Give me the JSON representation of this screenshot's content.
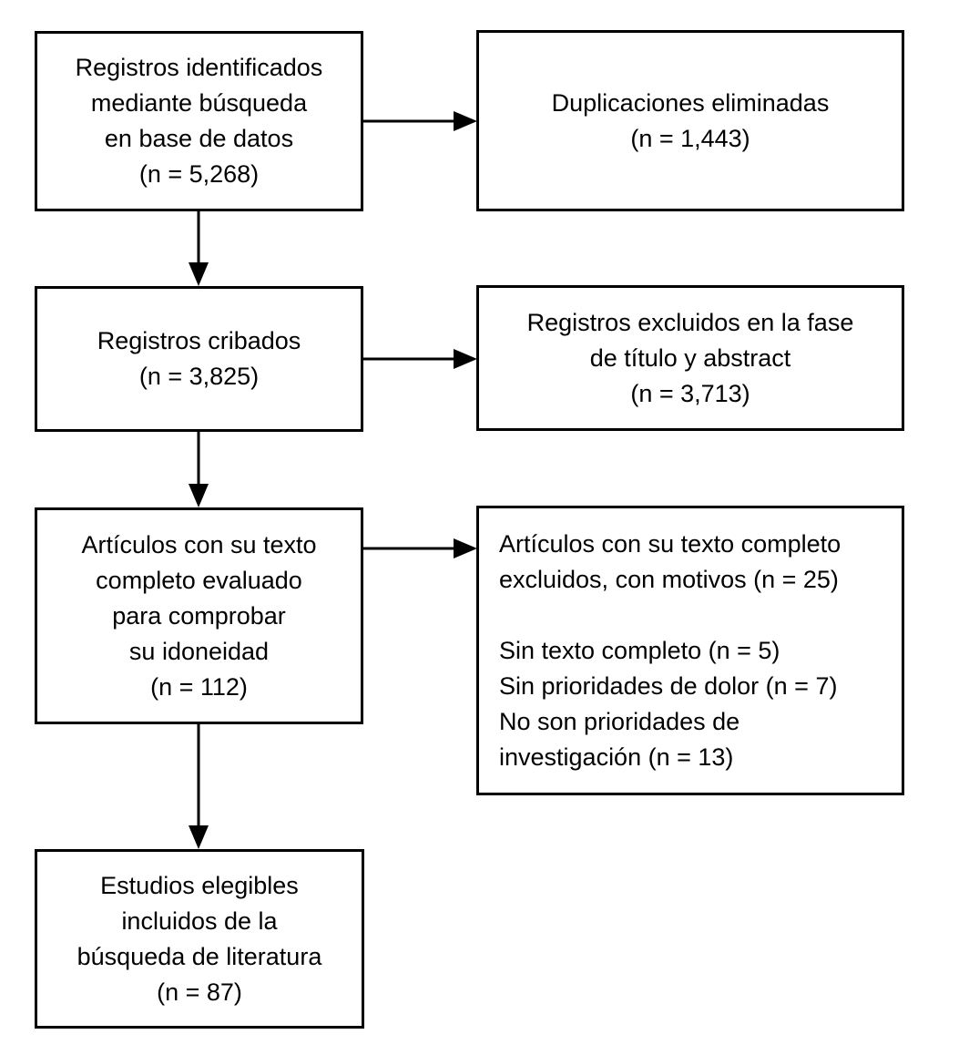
{
  "diagram": {
    "title": "PRISMA literature search flow diagram (Spanish)",
    "background_color": "#ffffff",
    "line_color": "#000000",
    "boxes": [
      {
        "id": "records-identified",
        "text": "Registros identificados\nmediante búsqueda\nen base de datos\n(n = 5,268)"
      },
      {
        "id": "duplicates-removed",
        "text": "Duplicaciones eliminadas\n(n = 1,443)"
      },
      {
        "id": "records-screened",
        "text": "Registros cribados\n(n = 3,825)"
      },
      {
        "id": "records-excluded-title-abstract",
        "text": "Registros excluidos en la fase\nde título y abstract\n(n = 3,713)"
      },
      {
        "id": "fulltext-assessed",
        "text": "Artículos con su texto\ncompleto evaluado\npara comprobar\nsu idoneidad\n(n = 112)"
      },
      {
        "id": "fulltext-excluded",
        "text": "Artículos con su texto completo\nexcluidos, con motivos (n = 25)\n\nSin texto completo (n = 5)\nSin prioridades de dolor (n = 7)\nNo son prioridades de\ninvestigación (n = 13)"
      },
      {
        "id": "studies-included",
        "text": "Estudios elegibles\nincluidos de la\nbúsqueda de literatura\n(n = 87)"
      }
    ]
  }
}
